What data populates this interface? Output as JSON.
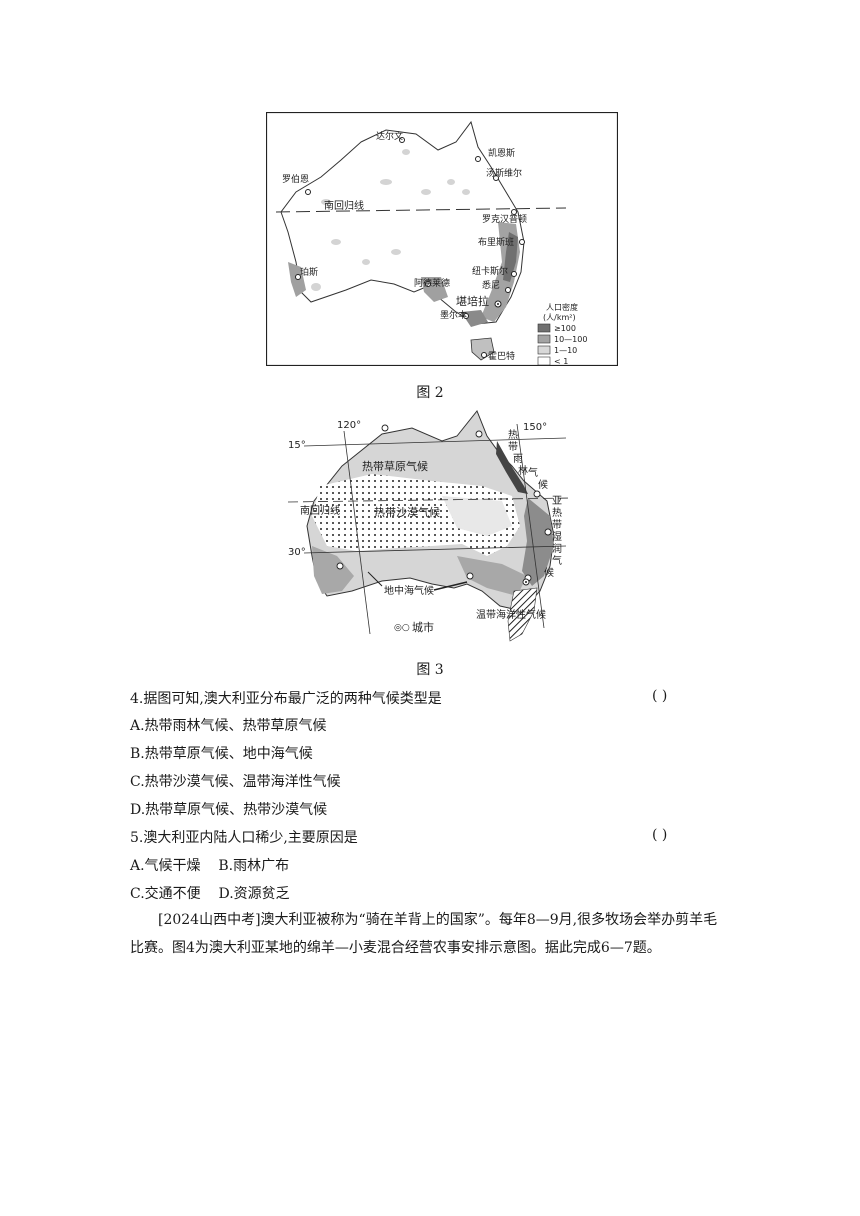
{
  "figure2": {
    "caption": "图 2",
    "cities": {
      "darwin": "达尔文",
      "cairns": "凯恩斯",
      "townsville": "汤斯维尔",
      "port_hedland": "罗伯恩",
      "rockhampton": "罗克汉普顿",
      "brisbane": "布里斯班",
      "perth": "珀斯",
      "newcastle": "纽卡斯尔",
      "sydney": "悉尼",
      "adelaide": "阿德莱德",
      "canberra": "堪培拉",
      "melbourne": "墨尔本",
      "hobart": "霍巴特"
    },
    "tropic_label": "南回归线",
    "legend": {
      "title_line1": "人口密度",
      "title_line2": "(人/km²)",
      "items": [
        "≥100",
        "10—100",
        "1—10",
        "< 1"
      ]
    }
  },
  "figure3": {
    "caption": "图 3",
    "lon_120": "120°",
    "lon_150": "150°",
    "lat_15": "15°",
    "lat_30": "30°",
    "tropic_label": "南回归线",
    "zones": {
      "savanna": "热带草原气候",
      "desert": "热带沙漠气候",
      "rainforest_chars": [
        "热",
        "带",
        "雨",
        "林",
        "气",
        "候"
      ],
      "subtropical_chars": [
        "亚",
        "热",
        "带",
        "湿",
        "润",
        "气",
        "候"
      ],
      "mediterranean": "地中海气候",
      "temperate_marine": "温带海洋性气候"
    },
    "city_legend_symbol": "◎○",
    "city_legend_label": "城市"
  },
  "questions": [
    {
      "stem": "4.据图可知,澳大利亚分布最广泛的两种气候类型是",
      "bracket": "(              )",
      "options": [
        "A.热带雨林气候、热带草原气候",
        "B.热带草原气候、地中海气候",
        "C.热带沙漠气候、温带海洋性气候",
        "D.热带草原气候、热带沙漠气候"
      ]
    },
    {
      "stem": "5.澳大利亚内陆人口稀少,主要原因是",
      "bracket": "(              )",
      "options": [
        "A.气候干燥    B.雨林广布",
        "C.交通不便    D.资源贫乏"
      ]
    }
  ],
  "passage": "[2024山西中考]澳大利亚被称为“骑在羊背上的国家”。每年8—9月,很多牧场会举办剪羊毛比赛。图4为澳大利亚某地的绵羊—小麦混合经营农事安排示意图。据此完成6—7题。"
}
